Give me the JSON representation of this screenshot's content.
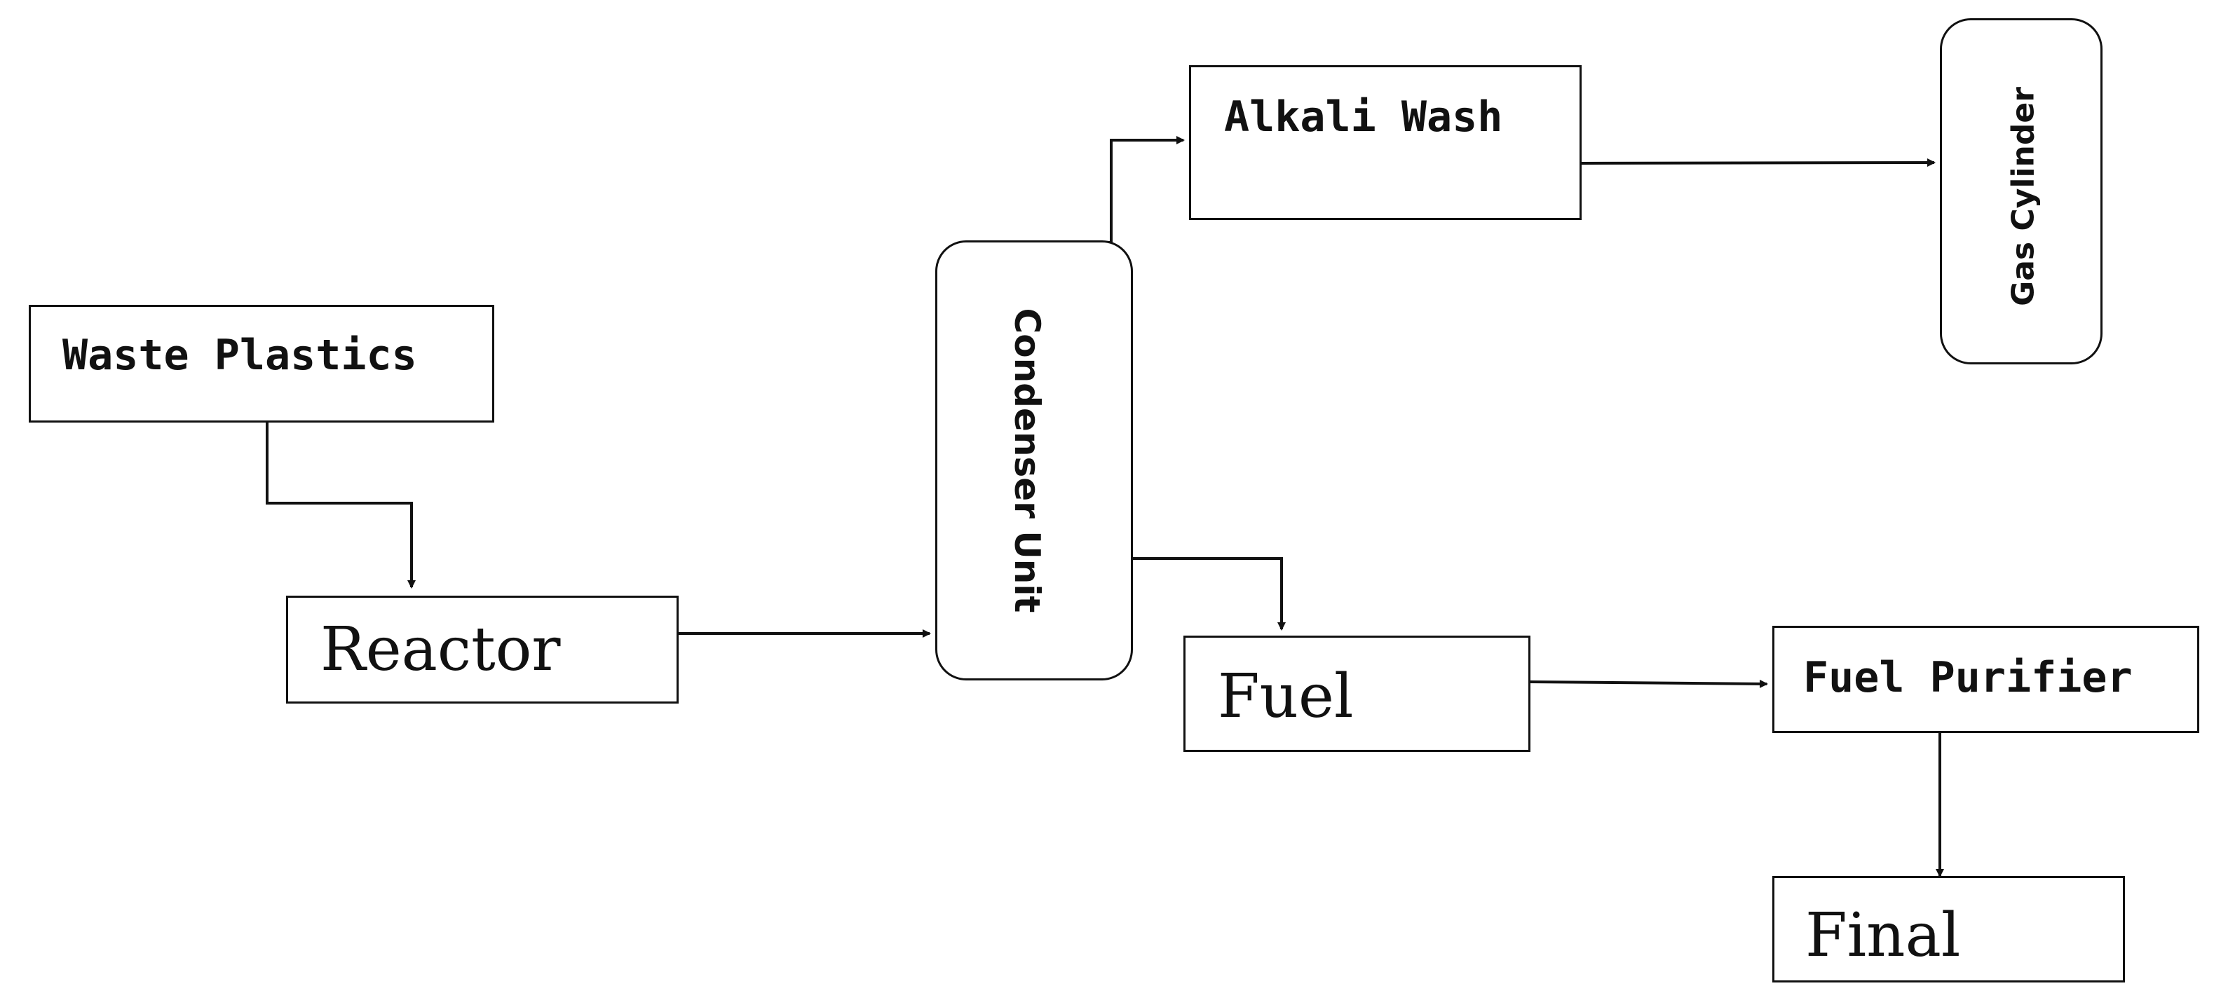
{
  "nodes": {
    "waste_plastics": {
      "label": "Waste Plastics"
    },
    "reactor": {
      "label": "Reactor"
    },
    "condenser_unit": {
      "label": "Condenser Unit"
    },
    "alkali_wash": {
      "label": "Alkali Wash"
    },
    "gas_cylinder": {
      "label": "Gas Cylinder"
    },
    "fuel": {
      "label": "Fuel"
    },
    "fuel_purifier": {
      "label": "Fuel Purifier"
    },
    "final": {
      "label": "Final"
    }
  },
  "edges": [
    {
      "from": "Waste Plastics",
      "to": "Reactor"
    },
    {
      "from": "Reactor",
      "to": "Condenser Unit"
    },
    {
      "from": "Condenser Unit",
      "to": "Alkali Wash"
    },
    {
      "from": "Alkali Wash",
      "to": "Gas Cylinder"
    },
    {
      "from": "Condenser Unit",
      "to": "Fuel"
    },
    {
      "from": "Fuel",
      "to": "Fuel Purifier"
    },
    {
      "from": "Fuel Purifier",
      "to": "Final"
    }
  ],
  "colors": {
    "stroke": "#111111",
    "background": "#ffffff"
  }
}
